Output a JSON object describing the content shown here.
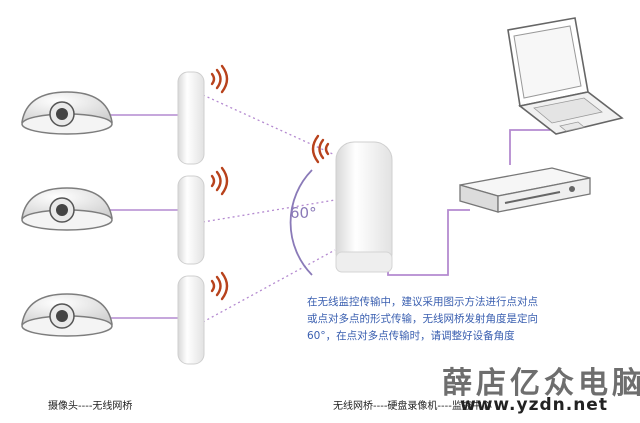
{
  "diagram": {
    "angle_label": "60°",
    "description_lines": [
      "在无线监控传输中，建议采用图示方法进行点对点",
      "或点对多点的形式传输，无线网桥发射角度是定向",
      "60°，在点对多点传输时，请调整好设备角度"
    ],
    "label_left": "摄像头----无线网桥",
    "label_center": "无线网桥----硬盘录像机----监控中心",
    "colors": {
      "link_line": "#b48ad0",
      "signal_icon": "#b8421c",
      "text_blue": "#3a5fb0"
    }
  },
  "watermark": {
    "brand": "薛店亿众电脑",
    "url": "www.yzdn.net"
  }
}
